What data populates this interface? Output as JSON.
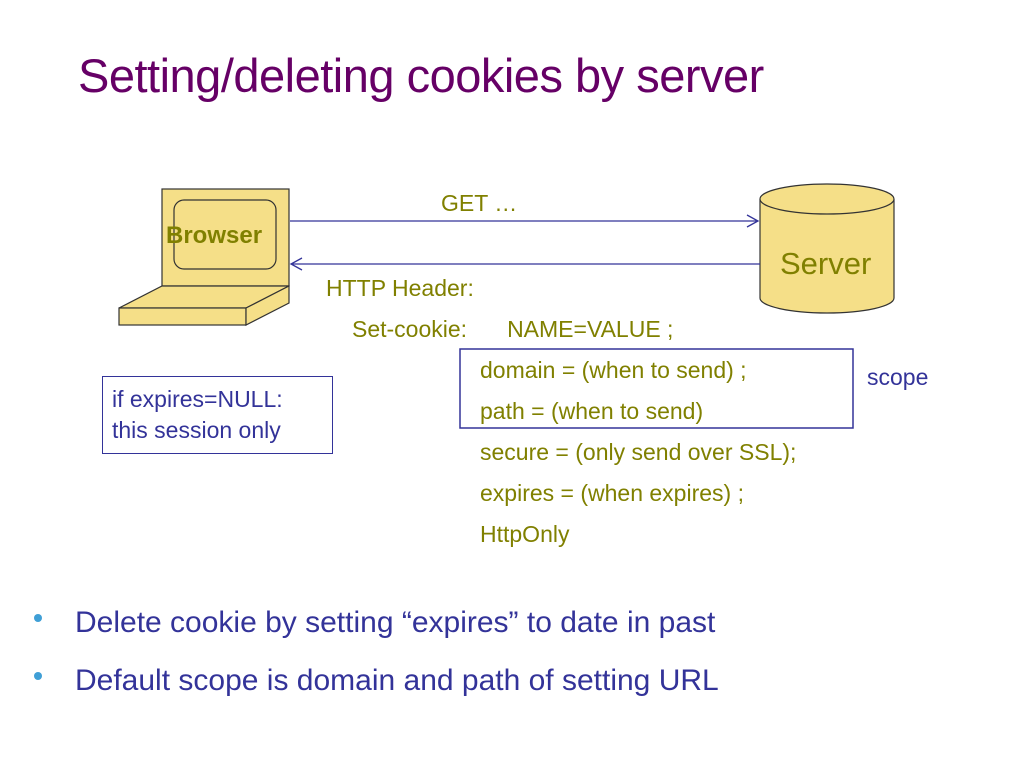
{
  "title": "Setting/deleting cookies by server",
  "diagram": {
    "browser_label": "Browser",
    "server_label": "Server",
    "request_label": "GET …",
    "response_header_label": "HTTP Header:",
    "set_cookie_key": "Set-cookie:",
    "set_cookie_value": "NAME=VALUE ;",
    "attributes": [
      "domain = (when to send) ;",
      "path = (when to send)",
      "secure = (only send over SSL);",
      "expires = (when expires) ;",
      "HttpOnly"
    ],
    "scope_label": "scope",
    "note_lines": [
      "if expires=NULL:",
      "this session only"
    ]
  },
  "bullets": [
    "Delete cookie by setting “expires” to date in past",
    "Default scope is domain and path of setting URL"
  ],
  "colors": {
    "title": "#660066",
    "diagram_text": "#808000",
    "annotation": "#333399",
    "shape_fill": "#f5df88",
    "bullet_dot": "#3f9fd6"
  }
}
